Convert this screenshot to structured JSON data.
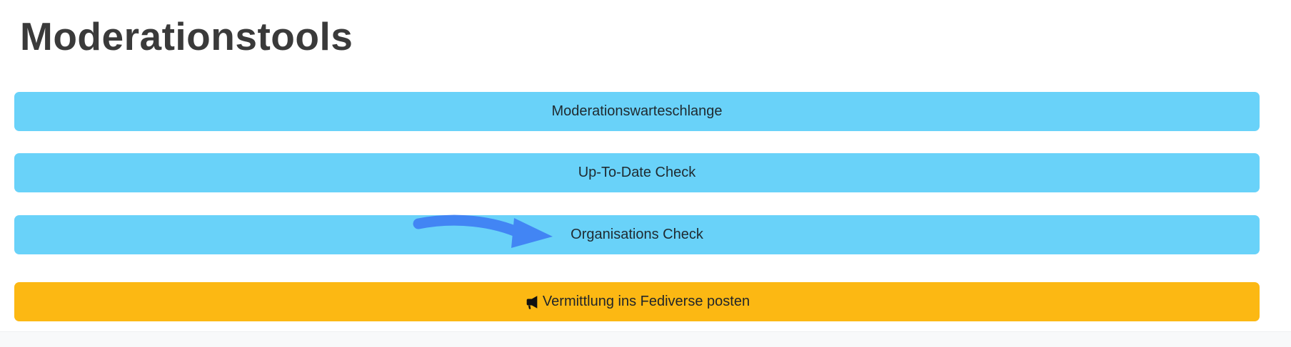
{
  "page": {
    "title": "Moderationstools"
  },
  "buttons": [
    {
      "label": "Moderationswarteschlange",
      "color": "#69d2f9"
    },
    {
      "label": "Up-To-Date Check",
      "color": "#69d2f9"
    },
    {
      "label": "Organisations Check",
      "color": "#69d2f9"
    },
    {
      "label": "Vermittlung ins Fediverse posten",
      "color": "#fcb813",
      "icon": "megaphone-icon"
    }
  ],
  "annotation": {
    "shape": "arrow",
    "color": "#4285f4",
    "points_to": "Organisations Check"
  }
}
